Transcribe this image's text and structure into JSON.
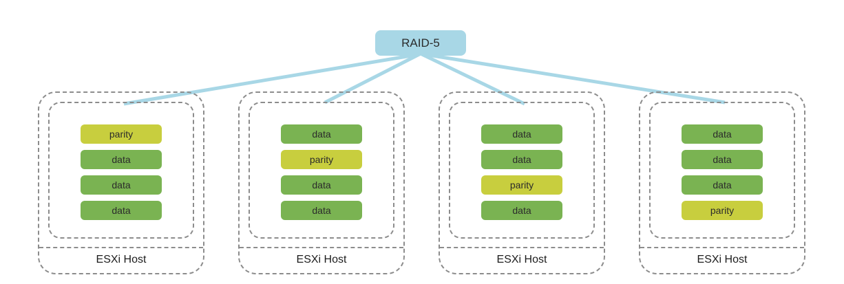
{
  "diagram": {
    "root_label": "RAID-5",
    "hosts": [
      {
        "label": "ESXi Host",
        "blocks": [
          "parity",
          "data",
          "data",
          "data"
        ]
      },
      {
        "label": "ESXi Host",
        "blocks": [
          "data",
          "parity",
          "data",
          "data"
        ]
      },
      {
        "label": "ESXi Host",
        "blocks": [
          "data",
          "data",
          "parity",
          "data"
        ]
      },
      {
        "label": "ESXi Host",
        "blocks": [
          "data",
          "data",
          "data",
          "parity"
        ]
      }
    ]
  },
  "colors": {
    "raid_node_bg": "#a8d7e6",
    "connector_line": "#a8d7e6",
    "data_block": "#7ab352",
    "parity_block": "#c8ce3e",
    "dashed_border": "#8c8c8c",
    "text": "#2b2b2b"
  }
}
